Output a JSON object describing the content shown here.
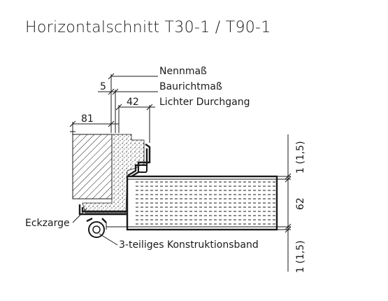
{
  "title": "Horizontalschnitt T30-1 / T90-1",
  "labels": {
    "nennmass": "Nennmaß",
    "baurichtmass": "Baurichtmaß",
    "lichter_durchgang": "Lichter Durchgang",
    "eckzarge": "Eckzarge",
    "band": "3-teiliges Konstruktionsband"
  },
  "dimensions": {
    "d5": "5",
    "d42": "42",
    "d81": "81",
    "d62": "62",
    "top_right": "1 (1,5)",
    "bottom_right": "1 (1,5)"
  }
}
